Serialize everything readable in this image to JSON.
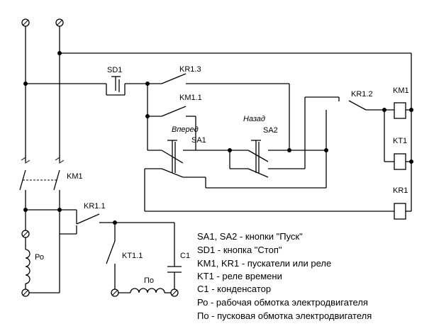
{
  "labels": {
    "sd1": "SD1",
    "kr1_3": "KR1.3",
    "km1_1": "KM1.1",
    "kr1_2": "KR1.2",
    "km1_coil": "KM1",
    "kt1_coil": "KT1",
    "kr1_coil": "KR1",
    "vpered": "Вперед",
    "nazad": "Назад",
    "sa1": "SA1",
    "sa2": "SA2",
    "km1_main": "KM1",
    "kr1_1": "KR1.1",
    "kt1_1": "KT1.1",
    "c1": "C1",
    "po_upper": "Ро",
    "po_lower": "По"
  },
  "legend": [
    "SA1, SA2 - кнопки \"Пуск\"",
    "SD1 - кнопка \"Стоп\"",
    "KM1, KR1 - пускатели или реле",
    "KT1 - реле времени",
    "C1 - конденсатор",
    "Ро - рабочая обмотка электродвигателя",
    "По - пусковая обмотка электродвигателя"
  ]
}
